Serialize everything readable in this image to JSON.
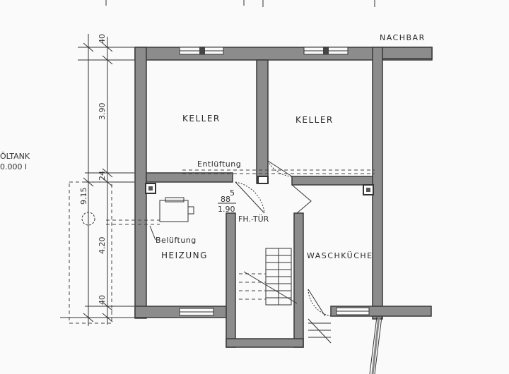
{
  "neighbor_label": "NACHBAR",
  "rooms": {
    "keller_left": "KELLER",
    "keller_right": "KELLER",
    "heizung": "HEIZUNG",
    "waschkueche": "WASCHKÜCHE"
  },
  "annotations": {
    "entlueftung": "Entlüftung",
    "belueftung": "Belüftung",
    "door_width": "88",
    "door_width_sup": "5",
    "door_height": "1.90",
    "fire_door": "FH.-TÜR"
  },
  "oil_tank": {
    "label": "ÖLTANK",
    "capacity": "0.000 l"
  },
  "dimensions": {
    "top_wall": "40",
    "keller_depth": "3.90",
    "inner_wall": "24",
    "heizung_depth": "4.20",
    "bottom_wall": "40",
    "total": "9.15"
  }
}
